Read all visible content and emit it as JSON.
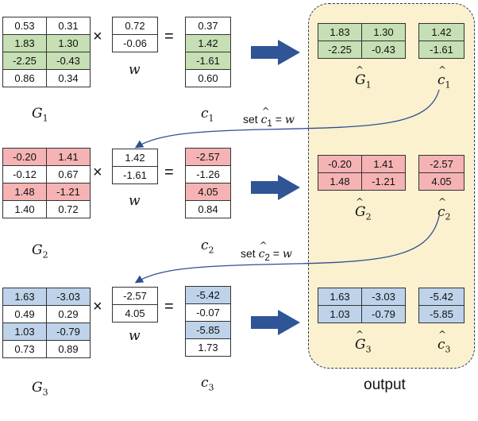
{
  "groups": [
    {
      "G": [
        [
          "0.53",
          "0.31"
        ],
        [
          "1.83",
          "1.30"
        ],
        [
          "-2.25",
          "-0.43"
        ],
        [
          "0.86",
          "0.34"
        ]
      ],
      "w": [
        "0.72",
        "-0.06"
      ],
      "c": [
        "0.37",
        "1.42",
        "-1.61",
        "0.60"
      ],
      "Ghat": [
        [
          "1.83",
          "1.30"
        ],
        [
          "-2.25",
          "-0.43"
        ]
      ],
      "chat": [
        "1.42",
        "-1.61"
      ],
      "G_label": "G",
      "w_label": "w",
      "c_label": "c",
      "sub": "1",
      "highlight_rows": [
        1,
        2
      ],
      "color": "green"
    },
    {
      "G": [
        [
          "-0.20",
          "1.41"
        ],
        [
          "-0.12",
          "0.67"
        ],
        [
          "1.48",
          "-1.21"
        ],
        [
          "1.40",
          "0.72"
        ]
      ],
      "w": [
        "1.42",
        "-1.61"
      ],
      "c": [
        "-2.57",
        "-1.26",
        "4.05",
        "0.84"
      ],
      "Ghat": [
        [
          "-0.20",
          "1.41"
        ],
        [
          "1.48",
          "-1.21"
        ]
      ],
      "chat": [
        "-2.57",
        "4.05"
      ],
      "G_label": "G",
      "w_label": "w",
      "c_label": "c",
      "sub": "2",
      "highlight_rows": [
        0,
        2
      ],
      "color": "red"
    },
    {
      "G": [
        [
          "1.63",
          "-3.03"
        ],
        [
          "0.49",
          "0.29"
        ],
        [
          "1.03",
          "-0.79"
        ],
        [
          "0.73",
          "0.89"
        ]
      ],
      "w": [
        "-2.57",
        "4.05"
      ],
      "c": [
        "-5.42",
        "-0.07",
        "-5.85",
        "1.73"
      ],
      "Ghat": [
        [
          "1.63",
          "-3.03"
        ],
        [
          "1.03",
          "-0.79"
        ]
      ],
      "chat": [
        "-5.42",
        "-5.85"
      ],
      "G_label": "G",
      "w_label": "w",
      "c_label": "c",
      "sub": "3",
      "highlight_rows": [
        0,
        2
      ],
      "color": "blue"
    }
  ],
  "operators": {
    "times": "×",
    "equals": "="
  },
  "set_labels": [
    {
      "prefix": "set ",
      "chat": "c",
      "sub": "1",
      "eq": " = ",
      "w": "w"
    },
    {
      "prefix": "set ",
      "chat": "c",
      "sub": "2",
      "eq": " = ",
      "w": "w"
    }
  ],
  "output_label": "output",
  "colors": {
    "green": "#c6dfb4",
    "red": "#f5b3b4",
    "blue": "#bed3ea",
    "arrow": "#2f4f8f",
    "dash": "#233a6b",
    "output_bg": "#fbf1cf"
  }
}
